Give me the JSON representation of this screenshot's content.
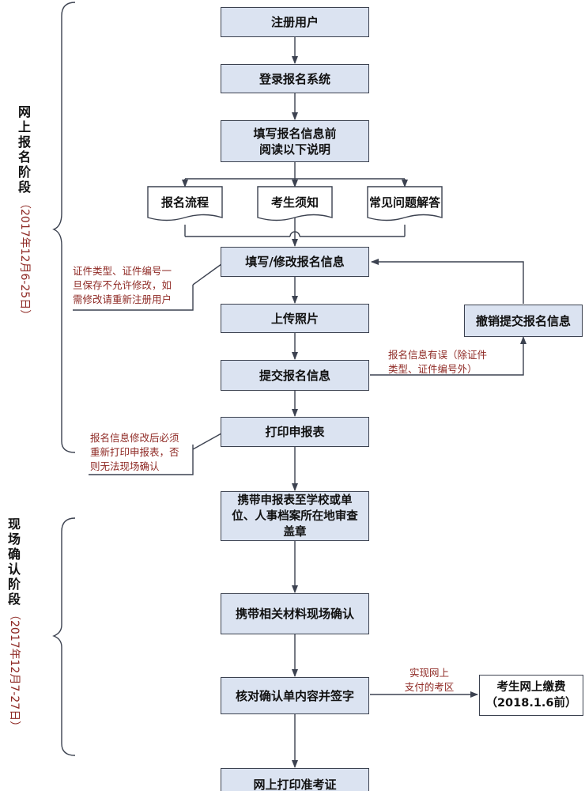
{
  "steps": {
    "register": "注册用户",
    "login": "登录报名系统",
    "read_before": [
      "填写报名信息前",
      "阅读以下说明"
    ],
    "fill_modify": "填写/修改报名信息",
    "upload_photo": "上传照片",
    "submit": "提交报名信息",
    "print_form": "打印申报表",
    "take_to_school": [
      "携带申报表至学校或单",
      "位、人事档案所在地审查",
      "盖章"
    ],
    "onsite_confirm": "携带相关材料现场确认",
    "verify_sign": "核对确认单内容并签字",
    "print_admission": "网上打印准考证",
    "revoke": "撤销提交报名信息",
    "pay": [
      "考生网上缴费",
      "（2018.1.6前）"
    ]
  },
  "docs": [
    "报名流程",
    "考生须知",
    "常见问题解答"
  ],
  "notes": {
    "id_note": [
      "证件类型、证件编号一",
      "旦保存不允许修改，如",
      "需修改请重新注册用户"
    ],
    "error_note": [
      "报名信息有误（除证件",
      "类型、证件编号外）"
    ],
    "reprint_note": [
      "报名信息修改后必须",
      "重新打印申报表，否",
      "则无法现场确认"
    ],
    "online_pay_note": [
      "实现网上",
      "支付的考区"
    ]
  },
  "phases": {
    "online": {
      "title": "网上报名阶段",
      "dates": "（2017年12月6-25日）"
    },
    "onsite": {
      "title": "现场确认阶段",
      "dates": "（2017年12月7-27日）"
    }
  },
  "colors": {
    "box_fill": "#dbe3f1",
    "note_text": "#8f2a25",
    "line": "#3c4250"
  }
}
